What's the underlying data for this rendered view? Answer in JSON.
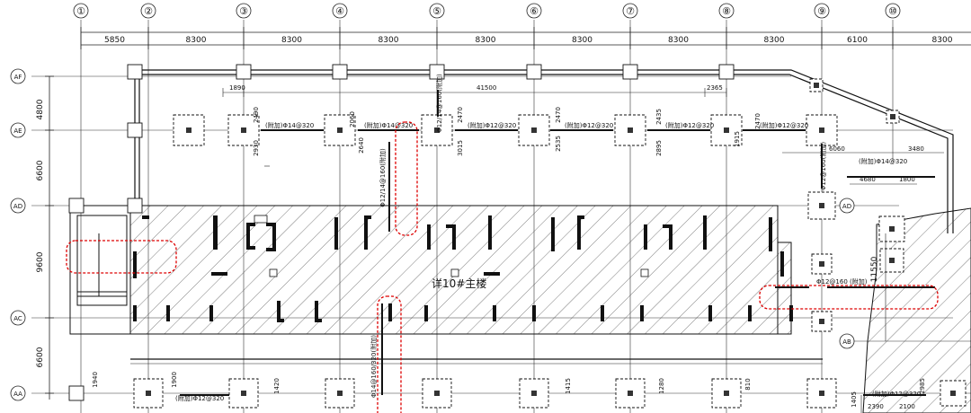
{
  "columns": [
    "①",
    "②",
    "③",
    "④",
    "⑤",
    "⑥",
    "⑦",
    "⑧",
    "⑨",
    "⑩"
  ],
  "top_spans": [
    "5850",
    "8300",
    "8300",
    "8300",
    "8300",
    "8300",
    "8300",
    "8300",
    "6100",
    "8300"
  ],
  "row_labels": [
    "AF",
    "AE",
    "AD",
    "AC",
    "AA",
    "AB",
    "AD"
  ],
  "building_label": "详10#主楼",
  "dims": {
    "d1890": "1890",
    "d41500": "41500",
    "d2365": "2365",
    "d4800": "4800",
    "d6600a": "6600",
    "d9600": "9600",
    "d6600b": "6600",
    "d11550": "11550",
    "d3480": "3480",
    "d4680": "4680",
    "d1800": "1800",
    "d6060": "6060",
    "d2490": "2490",
    "d2930": "2930",
    "d2060": "2060",
    "d2640": "2640",
    "d2470a": "2470",
    "d3015": "3015",
    "d2470b": "2470",
    "d2535": "2535",
    "d2435": "2435",
    "d2895": "2895",
    "d2470c": "2470",
    "d1915": "1915",
    "d1940": "1940",
    "d1900": "1900",
    "d1420": "1420",
    "d1415": "1415",
    "d1280": "1280",
    "d810": "810",
    "d1405": "1405",
    "d2985": "2985",
    "d2100": "2100",
    "d2390": "2390"
  },
  "beam_labels": {
    "b1": "(附加)Φ14@320",
    "b2": "(附加)Φ14@320",
    "b3": "(附加)Φ12@320",
    "b4": "(附加)Φ12@320",
    "b5": "(附加)Φ12@320",
    "b6": "(附加)Φ12@320",
    "v1": "Φ12/14@160(附加)",
    "v2": "Φ12/14@160(附加)",
    "v3": "Φ12@160(附加)",
    "h1": "Φ12@160 (附加)",
    "h2": "(附加)Φ14@320",
    "h3": "(附加)Φ12@320",
    "h4": "(附加)Φ12@320",
    "v4": "Φ14@160/320(附加)"
  }
}
